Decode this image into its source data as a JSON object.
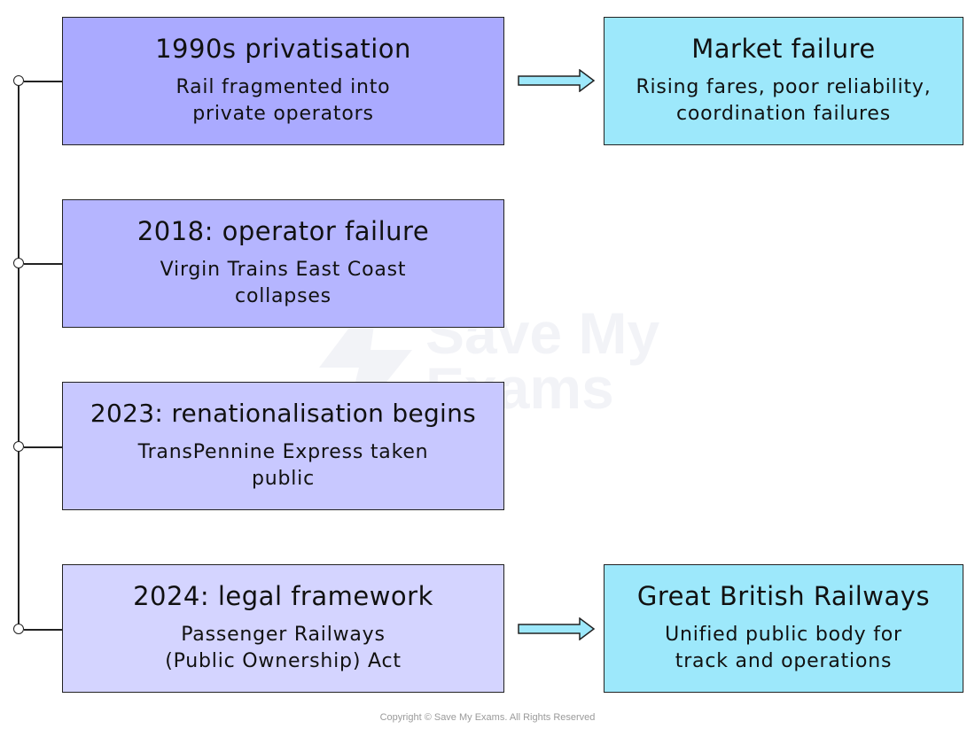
{
  "events": [
    {
      "title": "1990s privatisation",
      "description": "Rail fragmented into\nprivate operators",
      "color": "#aaaaff"
    },
    {
      "title": "2018: operator failure",
      "description": "Virgin Trains East Coast\ncollapses",
      "color": "#b5b5ff"
    },
    {
      "title": "2023: renationalisation begins",
      "description": "TransPennine Express taken\npublic",
      "color": "#c8c8ff"
    },
    {
      "title": "2024: legal framework",
      "description": "Passenger Railways\n(Public Ownership) Act",
      "color": "#d4d4ff"
    }
  ],
  "outcomes": [
    {
      "title": "Market failure",
      "description": "Rising fares, poor reliability,\ncoordination failures",
      "color": "#9de8fb"
    },
    {
      "title": "Great British Railways",
      "description": "Unified public body for\ntrack and operations",
      "color": "#9de8fb"
    }
  ],
  "watermark": {
    "line1": "Save My",
    "line2": "Exams"
  },
  "copyright": "Copyright © Save My Exams. All Rights Reserved"
}
